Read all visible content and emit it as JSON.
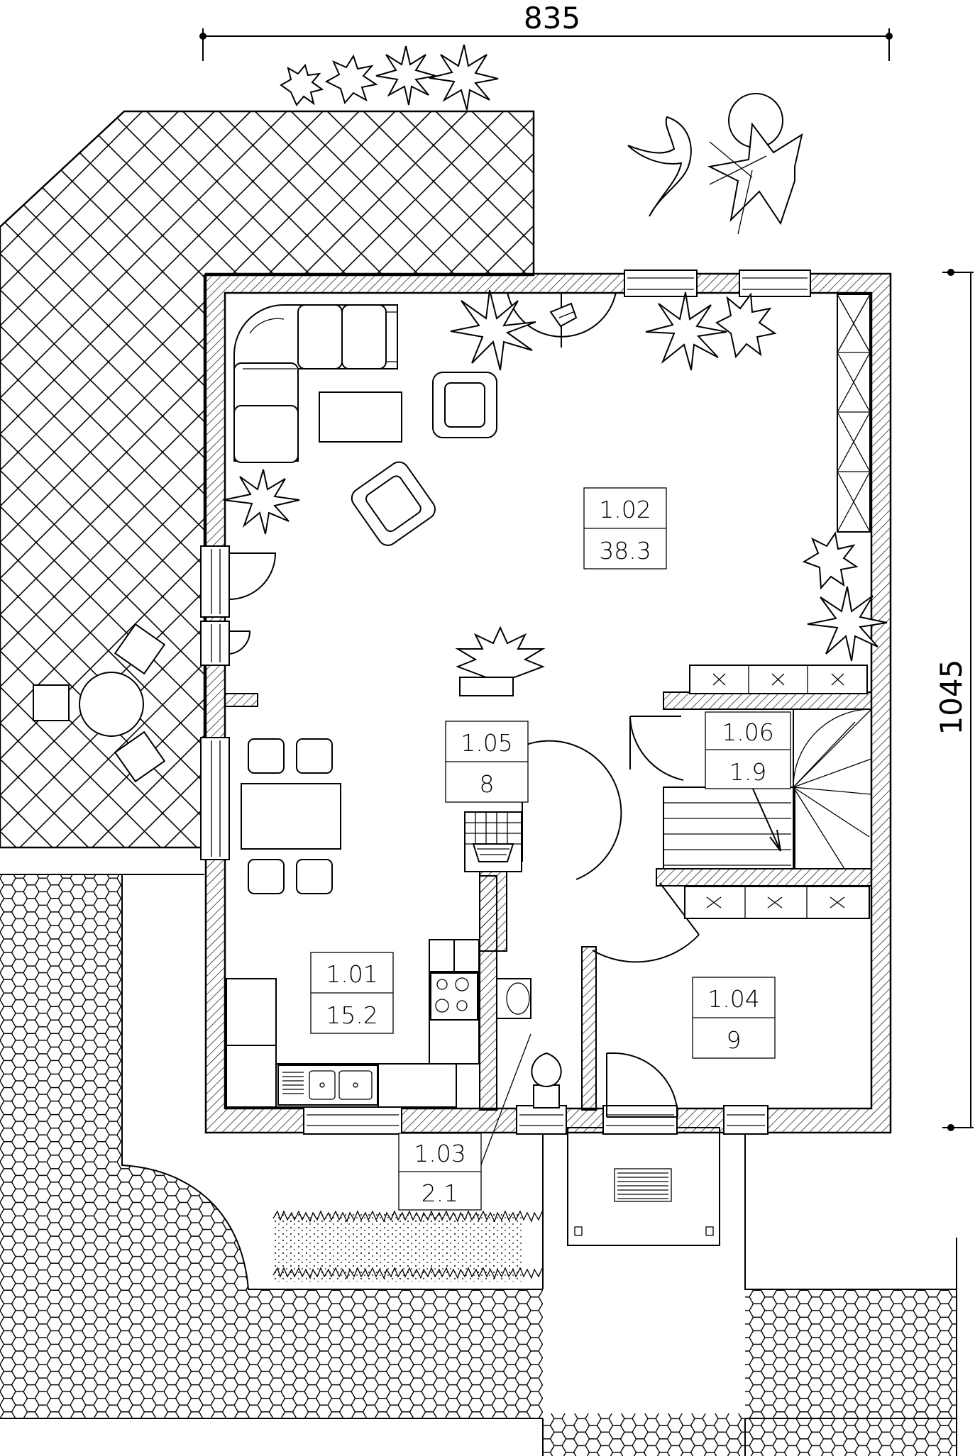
{
  "dimensions": {
    "width_label": "835",
    "height_label": "1045"
  },
  "rooms": [
    {
      "id": "1.02",
      "area": "38.3"
    },
    {
      "id": "1.05",
      "area": "8"
    },
    {
      "id": "1.06",
      "area": "1.9"
    },
    {
      "id": "1.01",
      "area": "15.2"
    },
    {
      "id": "1.04",
      "area": "9"
    },
    {
      "id": "1.03",
      "area": "2.1"
    }
  ]
}
